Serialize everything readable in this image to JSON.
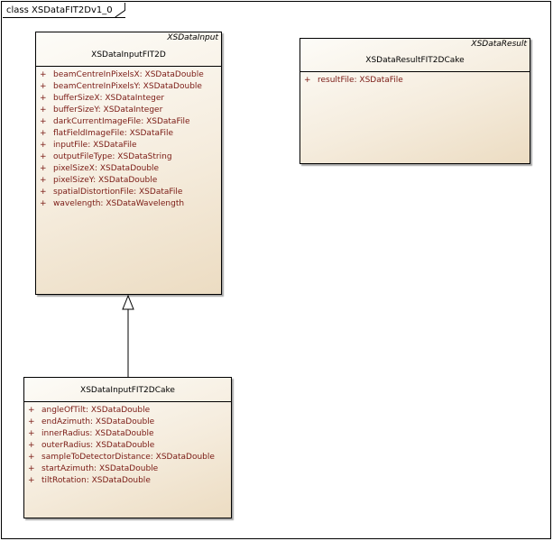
{
  "frame": {
    "label": "class XSDataFIT2Dv1_0"
  },
  "classes": {
    "input_fit2d": {
      "stereotype": "XSDataInput",
      "name": "XSDataInputFIT2D",
      "attributes": [
        {
          "visibility": "+",
          "text": "beamCentreInPixelsX:  XSDataDouble"
        },
        {
          "visibility": "+",
          "text": "beamCentreInPixelsY:  XSDataDouble"
        },
        {
          "visibility": "+",
          "text": "bufferSizeX:  XSDataInteger"
        },
        {
          "visibility": "+",
          "text": "bufferSizeY:  XSDataInteger"
        },
        {
          "visibility": "+",
          "text": "darkCurrentImageFile:  XSDataFile"
        },
        {
          "visibility": "+",
          "text": "flatFieldImageFile:  XSDataFile"
        },
        {
          "visibility": "+",
          "text": "inputFile:  XSDataFile"
        },
        {
          "visibility": "+",
          "text": "outputFileType:  XSDataString"
        },
        {
          "visibility": "+",
          "text": "pixelSizeX:  XSDataDouble"
        },
        {
          "visibility": "+",
          "text": "pixelSizeY:  XSDataDouble"
        },
        {
          "visibility": "+",
          "text": "spatialDistortionFile:  XSDataFile"
        },
        {
          "visibility": "+",
          "text": "wavelength:  XSDataWavelength"
        }
      ]
    },
    "result_cake": {
      "stereotype": "XSDataResult",
      "name": "XSDataResultFIT2DCake",
      "attributes": [
        {
          "visibility": "+",
          "text": "resultFile:  XSDataFile"
        }
      ]
    },
    "input_cake": {
      "stereotype": "",
      "name": "XSDataInputFIT2DCake",
      "attributes": [
        {
          "visibility": "+",
          "text": "angleOfTilt:  XSDataDouble"
        },
        {
          "visibility": "+",
          "text": "endAzimuth:  XSDataDouble"
        },
        {
          "visibility": "+",
          "text": "innerRadius:  XSDataDouble"
        },
        {
          "visibility": "+",
          "text": "outerRadius:  XSDataDouble"
        },
        {
          "visibility": "+",
          "text": "sampleToDetectorDistance:  XSDataDouble"
        },
        {
          "visibility": "+",
          "text": "startAzimuth:  XSDataDouble"
        },
        {
          "visibility": "+",
          "text": "tiltRotation:  XSDataDouble"
        }
      ]
    }
  },
  "relations": [
    {
      "type": "generalization",
      "from": "XSDataInputFIT2DCake",
      "to": "XSDataInputFIT2D"
    }
  ],
  "colors": {
    "attribute_text": "#7a1a14",
    "box_fill_light": "#fdfcf8",
    "box_fill_dark": "#ecdcc2",
    "line": "#000000"
  }
}
